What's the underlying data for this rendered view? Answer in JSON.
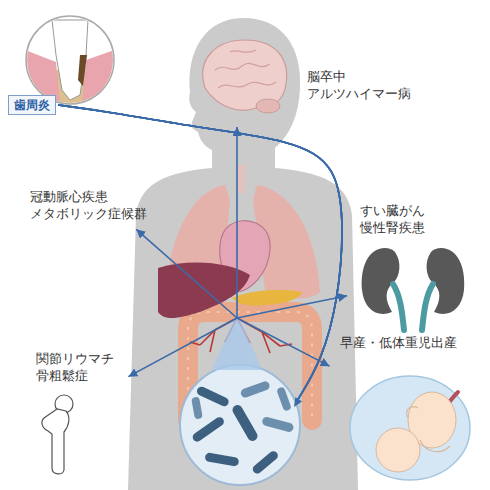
{
  "diagram": {
    "nodes": [
      {
        "text": [
          "歯周炎"
        ]
      },
      {
        "text": [
          "脳卒中",
          "アルツハイマー病"
        ]
      },
      {
        "text": [
          "冠動脈心疾患",
          "メタボリック症候群"
        ]
      },
      {
        "text": [
          "すい臓がん",
          "慢性腎疾患"
        ]
      },
      {
        "text": [
          "関節リウマチ",
          "骨粗鬆症"
        ]
      },
      {
        "text": [
          "早産・低体重児出産"
        ]
      }
    ],
    "edges": [
      {
        "from": 0,
        "to": 1,
        "arrow": "to"
      },
      {
        "from": 0,
        "to": 2,
        "arrow": "to"
      },
      {
        "from": 0,
        "to": 3,
        "arrow": "to"
      },
      {
        "from": 0,
        "to": 4,
        "arrow": "to"
      },
      {
        "from": 0,
        "to": 5,
        "arrow": "to"
      }
    ]
  }
}
